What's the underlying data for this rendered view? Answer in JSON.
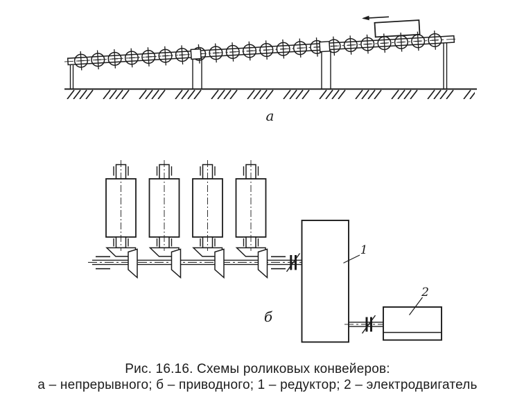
{
  "figure": {
    "caption": {
      "line1": "Рис. 16.16. Схемы роликовых конвейеров:",
      "line2": "а – непрерывного; б – приводного; 1 – редуктор; 2 – электродвигатель"
    },
    "labels": {
      "diagram_a": "а",
      "diagram_b": "б",
      "reducer": "1",
      "motor": "2"
    },
    "colors": {
      "ink": "#1c1c1c",
      "background": "#ffffff"
    }
  }
}
